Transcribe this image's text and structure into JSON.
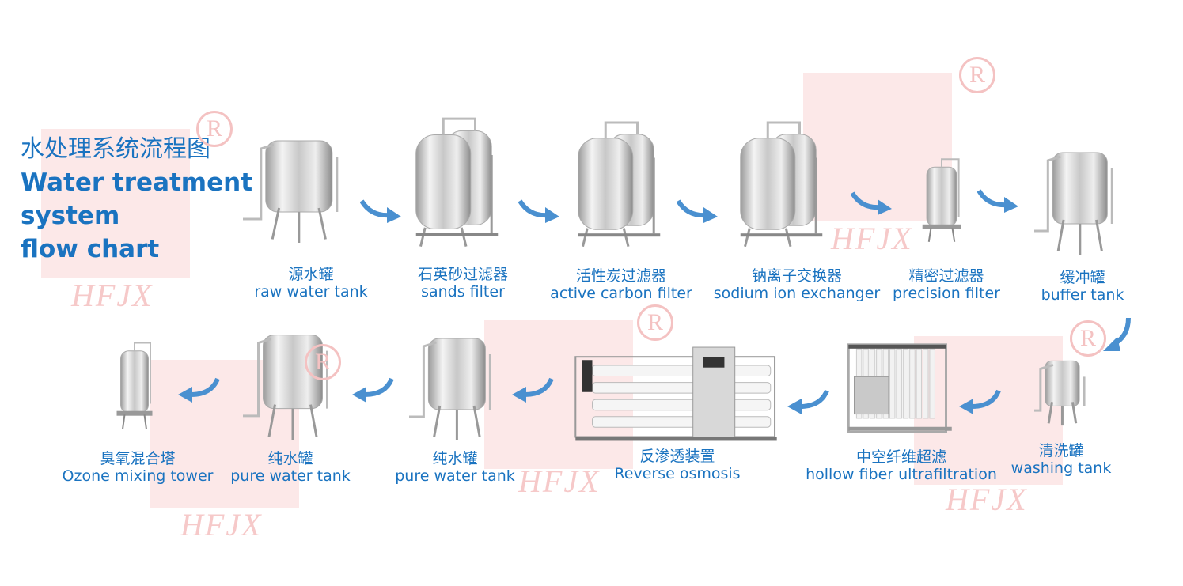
{
  "title": {
    "cn": "水处理系统流程图",
    "en_lines": [
      "Water treatment",
      "system",
      "flow chart"
    ]
  },
  "watermark": {
    "text": "HFJX",
    "mark": "R"
  },
  "colors": {
    "accent": "#1a73c0",
    "arrow": "#4a90d0",
    "watermark": "#fbe0e0"
  },
  "stages": [
    {
      "cn": "源水罐",
      "en": "raw water tank",
      "icon": "storage-tank"
    },
    {
      "cn": "石英砂过滤器",
      "en": "sands filter",
      "icon": "filter-vessel"
    },
    {
      "cn": "活性炭过滤器",
      "en": "active carbon filter",
      "icon": "filter-vessel"
    },
    {
      "cn": "钠离子交换器",
      "en": "sodium ion exchanger",
      "icon": "filter-vessel"
    },
    {
      "cn": "精密过滤器",
      "en": "precision filter",
      "icon": "cartridge-filter"
    },
    {
      "cn": "缓冲罐",
      "en": "buffer tank",
      "icon": "storage-tank"
    },
    {
      "cn": "清洗罐",
      "en": "washing tank",
      "icon": "storage-tank"
    },
    {
      "cn": "中空纤维超滤",
      "en": "hollow fiber ultrafiltration",
      "icon": "ultrafiltration-skid"
    },
    {
      "cn": "反渗透装置",
      "en": "Reverse osmosis",
      "icon": "ro-skid"
    },
    {
      "cn": "纯水罐",
      "en": "pure water tank",
      "icon": "storage-tank"
    },
    {
      "cn": "纯水罐",
      "en": "pure water tank",
      "icon": "storage-tank"
    },
    {
      "cn": "臭氧混合塔",
      "en": "Ozone mixing tower",
      "icon": "cartridge-filter"
    }
  ]
}
